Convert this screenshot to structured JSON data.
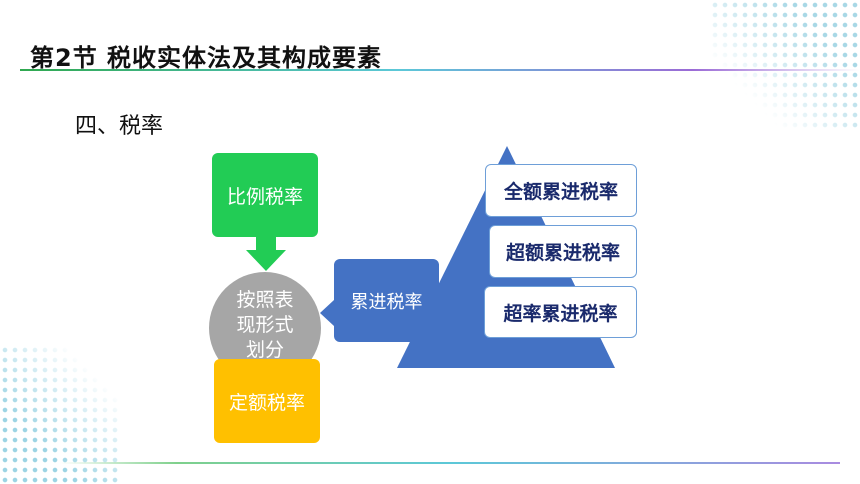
{
  "header": {
    "title": "第2节  税收实体法及其构成要素"
  },
  "section": {
    "subtitle": "四、税率"
  },
  "diagram": {
    "center": {
      "lines": [
        "按照表",
        "现形式",
        "划分"
      ]
    },
    "proportional": "比例税率",
    "fixed": "定额税率",
    "progressive": "累进税率",
    "progressive_types": [
      "全额累进税率",
      "超额累进税率",
      "超率累进税率"
    ],
    "colors": {
      "proportional": "#22cc55",
      "fixed": "#ffc000",
      "progressive": "#4472c4",
      "center": "#a6a6a6",
      "triangle": "#4472c4",
      "arrow": "#22cc55"
    }
  }
}
